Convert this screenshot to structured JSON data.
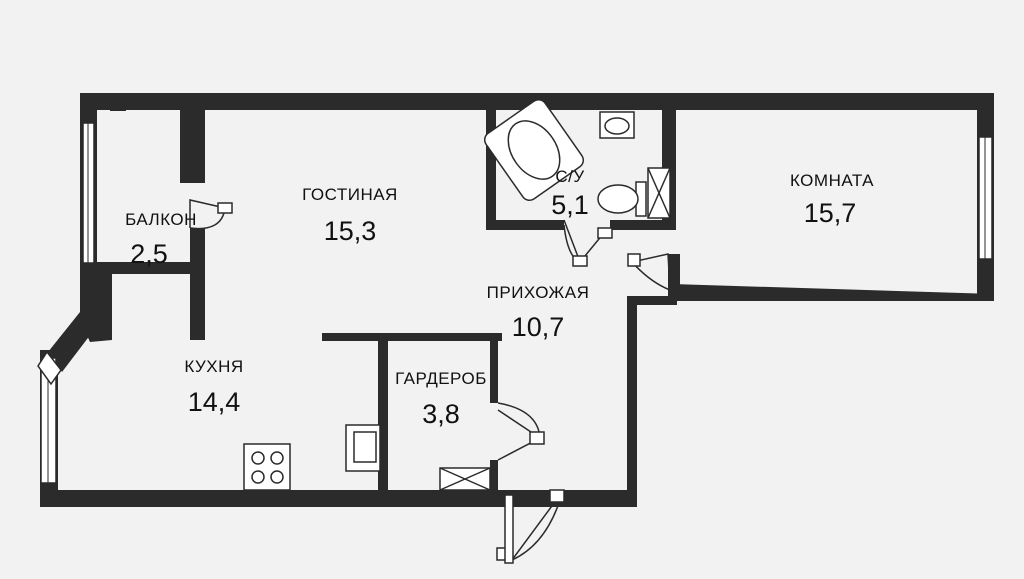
{
  "plan": {
    "rooms": [
      {
        "id": "balcony",
        "name": "БАЛКОН",
        "area": "2,5"
      },
      {
        "id": "living",
        "name": "ГОСТИНАЯ",
        "area": "15,3"
      },
      {
        "id": "bathroom",
        "name": "С/У",
        "area": "5,1"
      },
      {
        "id": "room",
        "name": "КОМНАТА",
        "area": "15,7"
      },
      {
        "id": "hall",
        "name": "ПРИХОЖАЯ",
        "area": "10,7"
      },
      {
        "id": "kitchen",
        "name": "КУХНЯ",
        "area": "14,4"
      },
      {
        "id": "wardrobe",
        "name": "ГАРДЕРОБ",
        "area": "3,8"
      }
    ]
  }
}
